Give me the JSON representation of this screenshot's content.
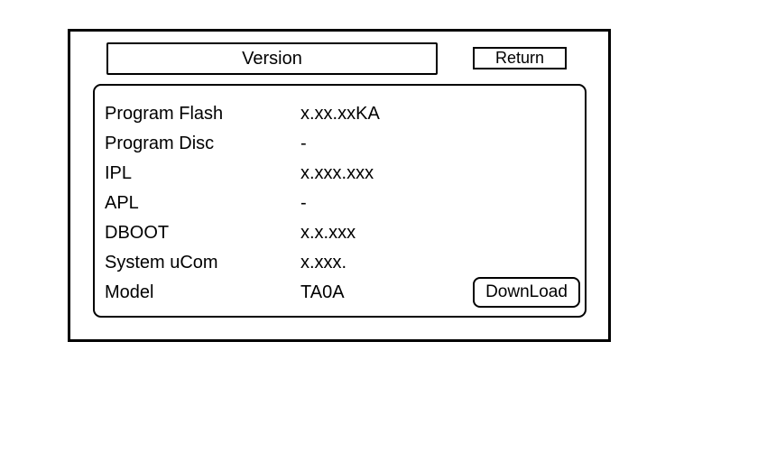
{
  "screen": {
    "title": "Version",
    "return_label": "Return",
    "download_label": "DownLoad"
  },
  "version_info": {
    "rows": [
      {
        "label": "Program Flash",
        "value": "x.xx.xxKA"
      },
      {
        "label": "Program Disc",
        "value": "-"
      },
      {
        "label": "IPL",
        "value": "x.xxx.xxx"
      },
      {
        "label": "APL",
        "value": "-"
      },
      {
        "label": "DBOOT",
        "value": "x.x.xxx"
      },
      {
        "label": "System uCom",
        "value": "x.xxx."
      },
      {
        "label": "Model",
        "value": "TA0A"
      }
    ]
  },
  "colors": {
    "foreground": "#000000",
    "background": "#ffffff"
  }
}
